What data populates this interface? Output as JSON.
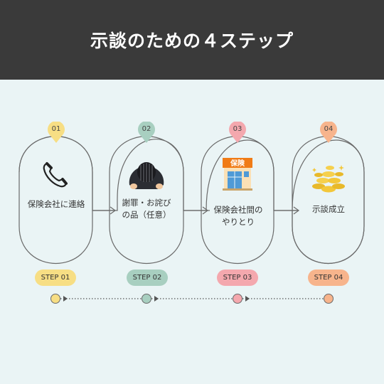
{
  "header": {
    "title": "示談のための４ステップ"
  },
  "steps": [
    {
      "number": "01",
      "text_lines": [
        "保険会社に連絡"
      ],
      "label": "STEP 01",
      "color": "#f7de84",
      "icon": "phone-icon"
    },
    {
      "number": "02",
      "text_lines": [
        "謝罪・お詫び",
        "の品（任意）"
      ],
      "label": "STEP 02",
      "color": "#a8cfc0",
      "icon": "bowing-person-icon"
    },
    {
      "number": "03",
      "text_lines": [
        "保険会社間の",
        "やりとり"
      ],
      "label": "STEP 03",
      "color": "#f4a8ae",
      "icon": "insurance-office-icon",
      "icon_sign": "保険"
    },
    {
      "number": "04",
      "text_lines": [
        "示談成立"
      ],
      "label": "STEP 04",
      "color": "#f7b48c",
      "icon": "gold-coins-icon"
    }
  ]
}
